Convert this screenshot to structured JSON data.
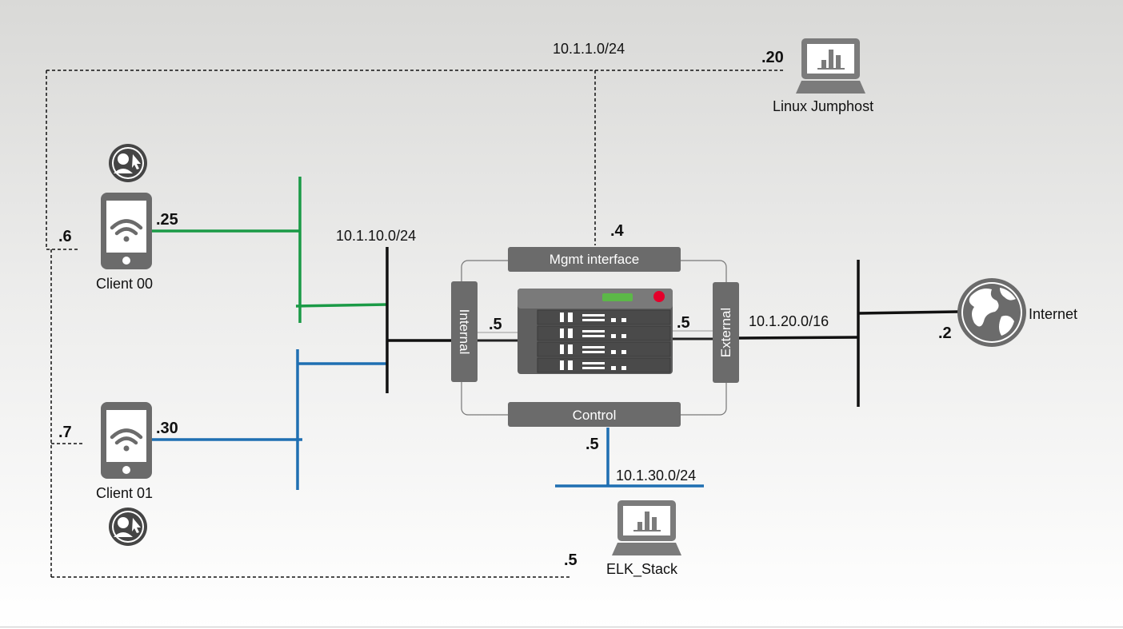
{
  "networks": {
    "mgmt": "10.1.1.0/24",
    "internal": "10.1.10.0/24",
    "external": "10.1.20.0/16",
    "control": "10.1.30.0/24"
  },
  "nodes": {
    "linux_jumphost": {
      "label": "Linux Jumphost",
      "ip": ".20"
    },
    "client00": {
      "label": "Client 00",
      "ip": ".25",
      "mgmt_ip": ".6"
    },
    "client01": {
      "label": "Client 01",
      "ip": ".30",
      "mgmt_ip": ".7"
    },
    "internet": {
      "label": "Internet",
      "ip": ".2"
    },
    "elk": {
      "label": "ELK_Stack",
      "ip": ".5",
      "mgmt_ip": ".5"
    }
  },
  "appliance": {
    "mgmt_label": "Mgmt interface",
    "mgmt_ip": ".4",
    "internal_label": "Internal",
    "internal_ip": ".5",
    "external_label": "External",
    "external_ip": ".5",
    "control_label": "Control"
  },
  "colors": {
    "green_segment": "#1a9a46",
    "blue_segment": "#1f6fb2",
    "device_gray": "#6b6b6b",
    "status_green": "#5cb848",
    "status_red": "#e4002b"
  },
  "icons": [
    "user-pointer-icon",
    "mobile-wifi-icon",
    "laptop-chart-icon",
    "globe-icon",
    "rack-appliance-icon"
  ]
}
